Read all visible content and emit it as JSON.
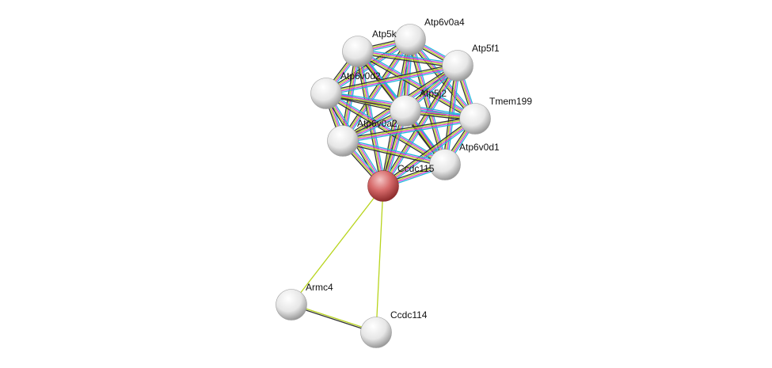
{
  "nodes": [
    {
      "id": "Atp6v0a4",
      "label": "Atp6v0a4",
      "query": false
    },
    {
      "id": "Atp5k",
      "label": "Atp5k",
      "query": false
    },
    {
      "id": "Atp5f1",
      "label": "Atp5f1",
      "query": false
    },
    {
      "id": "Atp6v0d2",
      "label": "Atp6v0d2",
      "query": false
    },
    {
      "id": "Atp5j2",
      "label": "Atp5j2",
      "query": false
    },
    {
      "id": "Tmem199",
      "label": "Tmem199",
      "query": false
    },
    {
      "id": "Atp6v0a2",
      "label": "Atp6v0a2",
      "query": false
    },
    {
      "id": "Atp6v0d1",
      "label": "Atp6v0d1",
      "query": false
    },
    {
      "id": "Ccdc115",
      "label": "Ccdc115",
      "query": true
    },
    {
      "id": "Armc4",
      "label": "Armc4",
      "query": false
    },
    {
      "id": "Ccdc114",
      "label": "Ccdc114",
      "query": false
    }
  ],
  "edge_colors": {
    "database": "#22b8dc",
    "experimental": "#d53cd5",
    "textmining": "#b8d41c",
    "coexpression": "#333333"
  },
  "cluster": [
    "Atp6v0a4",
    "Atp5k",
    "Atp5f1",
    "Atp6v0d2",
    "Atp5j2",
    "Tmem199",
    "Atp6v0a2",
    "Atp6v0d1",
    "Ccdc115"
  ],
  "cluster_evidence": [
    "database",
    "experimental",
    "textmining",
    "coexpression"
  ],
  "extra_edges": [
    {
      "a": "Ccdc115",
      "b": "Armc4",
      "evidence": [
        "textmining"
      ]
    },
    {
      "a": "Ccdc115",
      "b": "Ccdc114",
      "evidence": [
        "textmining"
      ]
    },
    {
      "a": "Armc4",
      "b": "Ccdc114",
      "evidence": [
        "textmining",
        "coexpression"
      ]
    }
  ]
}
